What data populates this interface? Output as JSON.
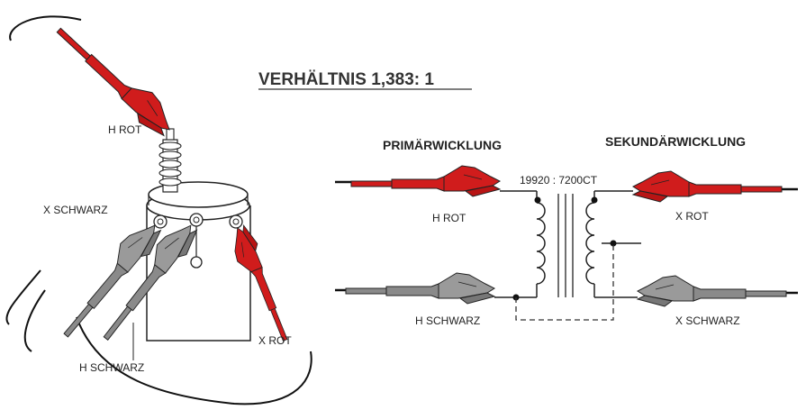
{
  "title": "VERHÄLTNIS 1,383: 1",
  "left_diagram": {
    "labels": {
      "h_rot": "H ROT",
      "x_schwarz": "X SCHWARZ",
      "h_schwarz": "H SCHWARZ",
      "x_rot": "X ROT"
    }
  },
  "right_diagram": {
    "primary_heading": "PRIMÄRWICKLUNG",
    "secondary_heading": "SEKUNDÄRWICKLUNG",
    "ratio_label": "19920 : 7200CT",
    "labels": {
      "h_rot": "H ROT",
      "x_rot": "X ROT",
      "h_schwarz": "H SCHWARZ",
      "x_schwarz": "X SCHWARZ"
    }
  },
  "colors": {
    "red_clip": "#d01c1c",
    "gray_clip": "#8a8a8a",
    "outline": "#222222",
    "background": "#ffffff"
  }
}
